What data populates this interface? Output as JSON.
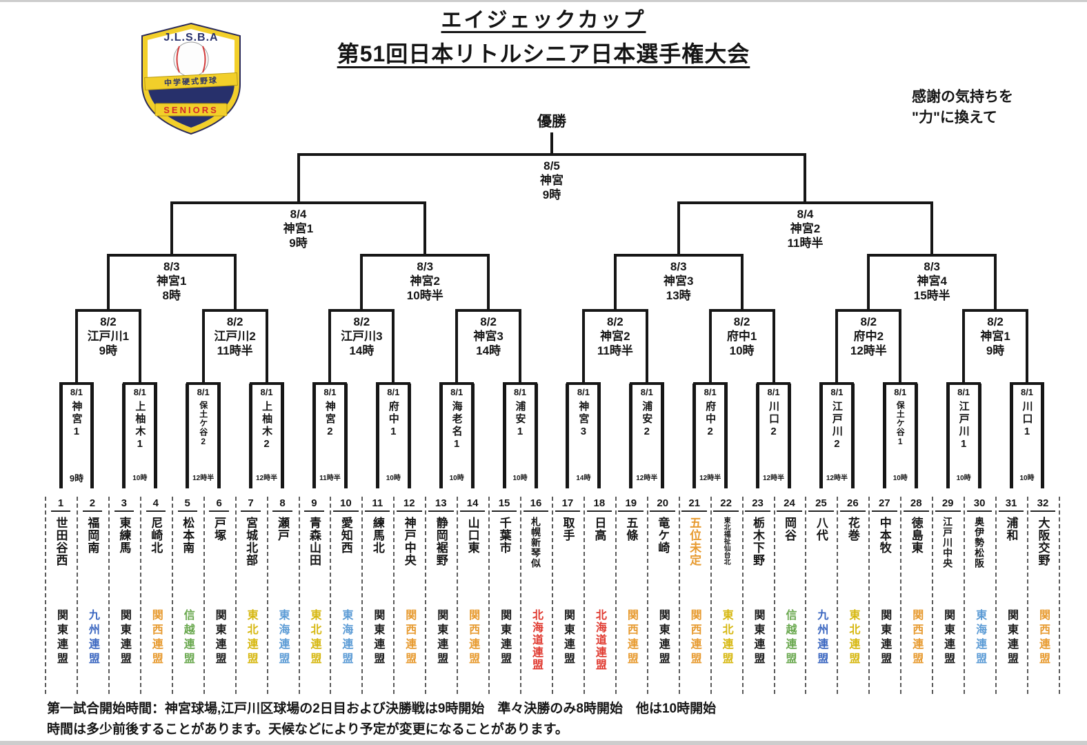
{
  "page": {
    "title_line1": "エイジェックカップ",
    "title_line2": "第51回日本リトルシニア日本選手権大会",
    "motto_line1": "感謝の気持ちを",
    "motto_line2": "\"力\"に換えて",
    "champion_label": "優勝",
    "footer_line1": "第一試合開始時間：神宮球場,江戸川区球場の2日目および決勝戦は9時開始　準々決勝のみ8時開始　他は10時開始",
    "footer_line2": "時間は多少前後することがあります。天候などにより予定が変更になることがあります。"
  },
  "logo": {
    "org": "J.L.S.B.A",
    "banner": "中学硬式野球",
    "ribbon": "SENIORS"
  },
  "league_colors": {
    "関東連盟": "#1a1a1a",
    "九州連盟": "#3a66c0",
    "関西連盟": "#e79a2f",
    "信越連盟": "#69a84e",
    "東北連盟": "#d6b70f",
    "東海連盟": "#5b9bd5",
    "北海道連盟": "#e0392f"
  },
  "bracket": {
    "champion": {
      "date": "8/5",
      "venue": "神宮",
      "time": "9時"
    },
    "semifinals": [
      {
        "date": "8/4",
        "venue": "神宮1",
        "time": "9時"
      },
      {
        "date": "8/4",
        "venue": "神宮2",
        "time": "11時半"
      }
    ],
    "quarterfinals": [
      {
        "date": "8/3",
        "venue": "神宮1",
        "time": "8時"
      },
      {
        "date": "8/3",
        "venue": "神宮2",
        "time": "10時半"
      },
      {
        "date": "8/3",
        "venue": "神宮3",
        "time": "13時"
      },
      {
        "date": "8/3",
        "venue": "神宮4",
        "time": "15時半"
      }
    ],
    "round2": [
      {
        "date": "8/2",
        "venue": "江戸川1",
        "time": "9時"
      },
      {
        "date": "8/2",
        "venue": "江戸川2",
        "time": "11時半"
      },
      {
        "date": "8/2",
        "venue": "江戸川3",
        "time": "14時"
      },
      {
        "date": "8/2",
        "venue": "神宮3",
        "time": "14時"
      },
      {
        "date": "8/2",
        "venue": "神宮2",
        "time": "11時半"
      },
      {
        "date": "8/2",
        "venue": "府中1",
        "time": "10時"
      },
      {
        "date": "8/2",
        "venue": "府中2",
        "time": "12時半"
      },
      {
        "date": "8/2",
        "venue": "神宮1",
        "time": "9時"
      }
    ],
    "round1": [
      {
        "date": "8/1",
        "venue": "神宮1",
        "time": "9時"
      },
      {
        "date": "8/1",
        "venue": "上柚木1",
        "time": "10時"
      },
      {
        "date": "8/1",
        "venue": "保土ケ谷2",
        "time": "12時半"
      },
      {
        "date": "8/1",
        "venue": "上柚木2",
        "time": "12時半"
      },
      {
        "date": "8/1",
        "venue": "神宮2",
        "time": "11時半"
      },
      {
        "date": "8/1",
        "venue": "府中1",
        "time": "10時"
      },
      {
        "date": "8/1",
        "venue": "海老名1",
        "time": "10時"
      },
      {
        "date": "8/1",
        "venue": "浦安1",
        "time": "10時"
      },
      {
        "date": "8/1",
        "venue": "神宮3",
        "time": "14時"
      },
      {
        "date": "8/1",
        "venue": "浦安2",
        "time": "12時半"
      },
      {
        "date": "8/1",
        "venue": "府中2",
        "time": "12時半"
      },
      {
        "date": "8/1",
        "venue": "川口2",
        "time": "12時半"
      },
      {
        "date": "8/1",
        "venue": "江戸川2",
        "time": "12時半"
      },
      {
        "date": "8/1",
        "venue": "保土ケ谷1",
        "time": "10時"
      },
      {
        "date": "8/1",
        "venue": "江戸川1",
        "time": "10時"
      },
      {
        "date": "8/1",
        "venue": "川口1",
        "time": "10時"
      }
    ]
  },
  "teams": [
    {
      "no": "1",
      "name": "世田谷西",
      "league": "関東連盟"
    },
    {
      "no": "2",
      "name": "福岡南",
      "league": "九州連盟"
    },
    {
      "no": "3",
      "name": "東練馬",
      "league": "関東連盟"
    },
    {
      "no": "4",
      "name": "尼崎北",
      "league": "関西連盟"
    },
    {
      "no": "5",
      "name": "松本南",
      "league": "信越連盟"
    },
    {
      "no": "6",
      "name": "戸塚",
      "league": "関東連盟"
    },
    {
      "no": "7",
      "name": "宮城北部",
      "league": "東北連盟"
    },
    {
      "no": "8",
      "name": "瀬戸",
      "league": "東海連盟"
    },
    {
      "no": "9",
      "name": "青森山田",
      "league": "東北連盟"
    },
    {
      "no": "10",
      "name": "愛知西",
      "league": "東海連盟"
    },
    {
      "no": "11",
      "name": "練馬北",
      "league": "関東連盟"
    },
    {
      "no": "12",
      "name": "神戸中央",
      "league": "関西連盟"
    },
    {
      "no": "13",
      "name": "静岡裾野",
      "league": "関東連盟"
    },
    {
      "no": "14",
      "name": "山口東",
      "league": "関西連盟"
    },
    {
      "no": "15",
      "name": "千葉市",
      "league": "関東連盟"
    },
    {
      "no": "16",
      "name": "札幌新琴似",
      "league": "北海道連盟"
    },
    {
      "no": "17",
      "name": "取手",
      "league": "関東連盟"
    },
    {
      "no": "18",
      "name": "日高",
      "league": "北海道連盟"
    },
    {
      "no": "19",
      "name": "五條",
      "league": "関西連盟"
    },
    {
      "no": "20",
      "name": "竜ケ崎",
      "league": "関東連盟"
    },
    {
      "no": "21",
      "name": "五位未定",
      "league": "関西連盟",
      "name_color": "#e79a2f"
    },
    {
      "no": "22",
      "name": "東北福祉仙台北",
      "league": "東北連盟"
    },
    {
      "no": "23",
      "name": "栃木下野",
      "league": "関東連盟"
    },
    {
      "no": "24",
      "name": "岡谷",
      "league": "信越連盟"
    },
    {
      "no": "25",
      "name": "八代",
      "league": "九州連盟"
    },
    {
      "no": "26",
      "name": "花巻",
      "league": "東北連盟"
    },
    {
      "no": "27",
      "name": "中本牧",
      "league": "関東連盟"
    },
    {
      "no": "28",
      "name": "徳島東",
      "league": "関西連盟"
    },
    {
      "no": "29",
      "name": "江戸川中央",
      "league": "関東連盟"
    },
    {
      "no": "30",
      "name": "奥伊勢松阪",
      "league": "東海連盟"
    },
    {
      "no": "31",
      "name": "浦和",
      "league": "関東連盟"
    },
    {
      "no": "32",
      "name": "大阪交野",
      "league": "関西連盟"
    }
  ]
}
